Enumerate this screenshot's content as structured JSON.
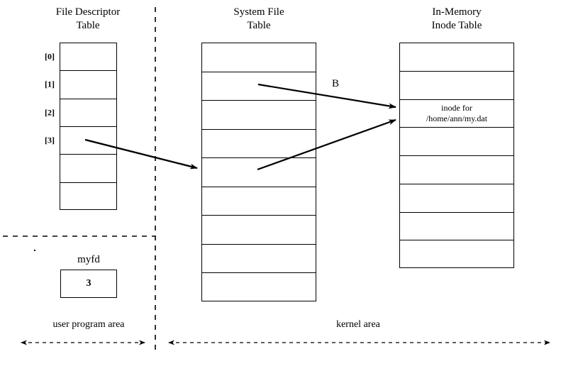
{
  "diagram": {
    "titles": {
      "fd_table": "File Descriptor\nTable",
      "system_file_table": "System File\nTable",
      "inode_table": "In-Memory\nInode Table"
    },
    "fd_table": {
      "labels": [
        "[0]",
        "[1]",
        "[2]",
        "[3]",
        "",
        ""
      ],
      "cells": [
        "",
        "",
        "",
        "",
        "",
        ""
      ]
    },
    "system_file_table": {
      "cells": [
        "",
        "",
        "",
        "",
        "",
        "",
        "",
        "",
        ""
      ]
    },
    "inode_table": {
      "cells": [
        {
          "lines": []
        },
        {
          "lines": []
        },
        {
          "lines": [
            "inode for",
            "/home/ann/my.dat"
          ]
        },
        {
          "lines": []
        },
        {
          "lines": []
        },
        {
          "lines": []
        },
        {
          "lines": []
        },
        {
          "lines": []
        }
      ]
    },
    "myfd": {
      "label": "myfd",
      "value": "3"
    },
    "arrow_labels": {
      "b": "B"
    },
    "areas": {
      "user": "user program area",
      "kernel": "kernel area"
    },
    "colors": {
      "line": "#000000",
      "background": "#ffffff"
    }
  }
}
